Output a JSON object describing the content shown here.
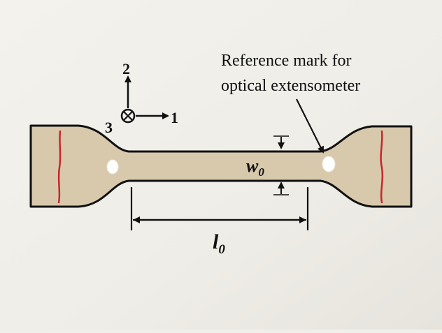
{
  "figure": {
    "annotation": {
      "line1": "Reference mark for",
      "line2": "optical extensometer"
    },
    "axes": {
      "axis_2": "2",
      "axis_1": "1",
      "axis_3": "3"
    },
    "width_label": {
      "base": "w",
      "sub": "0"
    },
    "length_label": {
      "base": "l",
      "sub": "0"
    }
  },
  "colors": {
    "background": "#f1efe9",
    "specimen_fill": "#d8c9ad",
    "specimen_outline": "#111111",
    "grip_mark": "#c8262a",
    "reference_mark": "#ffffff"
  }
}
